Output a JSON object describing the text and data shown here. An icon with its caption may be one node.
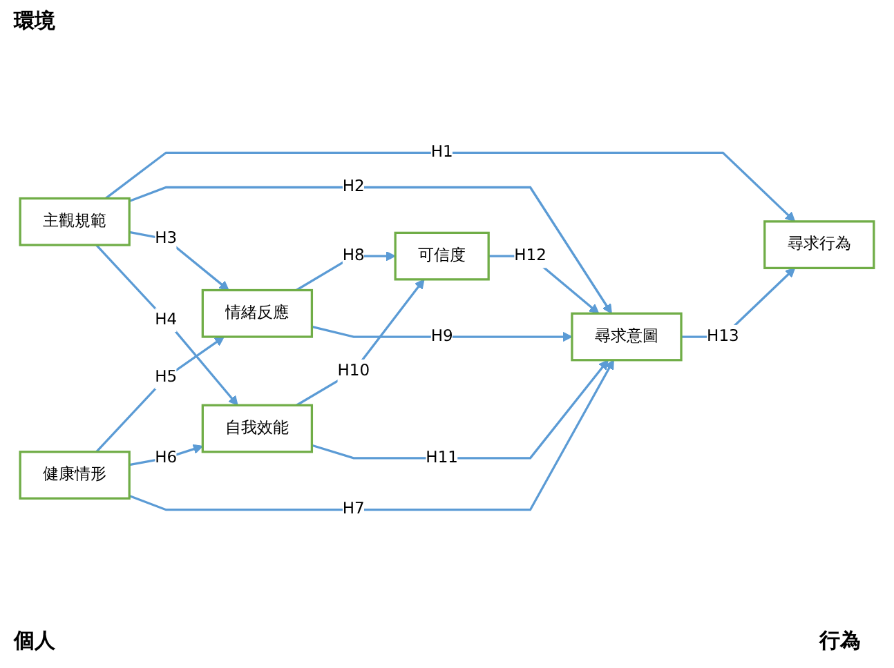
{
  "diagram": {
    "nodes": [
      {
        "text": [
          "主觀規範"
        ]
      },
      {
        "text": [
          "可信度"
        ]
      },
      {
        "text": [
          "情緒反應"
        ]
      },
      {
        "text": [
          "尋求意圖"
        ]
      },
      {
        "text": [
          "尋求行為"
        ]
      },
      {
        "text": [
          "自我效能"
        ]
      },
      {
        "text": [
          "健康情形"
        ]
      }
    ],
    "edges": [
      {
        "from": 0,
        "to": 4,
        "arrow": "to",
        "label": "H1"
      },
      {
        "from": 0,
        "to": 3,
        "arrow": "to",
        "label": "H2"
      },
      {
        "from": 0,
        "to": 2,
        "arrow": "to",
        "label": "H3"
      },
      {
        "from": 0,
        "to": 5,
        "arrow": "to",
        "label": "H4"
      },
      {
        "from": 6,
        "to": 2,
        "arrow": "to",
        "label": "H5"
      },
      {
        "from": 6,
        "to": 5,
        "arrow": "to",
        "label": "H6"
      },
      {
        "from": 6,
        "to": 3,
        "arrow": "to",
        "label": "H7"
      },
      {
        "from": 2,
        "to": 1,
        "arrow": "to",
        "label": "H8"
      },
      {
        "from": 2,
        "to": 3,
        "arrow": "to",
        "label": "H9"
      },
      {
        "from": 5,
        "to": 1,
        "arrow": "to",
        "label": "H10"
      },
      {
        "from": 5,
        "to": 3,
        "arrow": "to",
        "label": "H11"
      },
      {
        "from": 1,
        "to": 3,
        "arrow": "to",
        "label": "H12"
      },
      {
        "from": 3,
        "to": 4,
        "arrow": "to",
        "label": "H13"
      }
    ],
    "labels": [
      "環境",
      "行為",
      "個人"
    ]
  }
}
